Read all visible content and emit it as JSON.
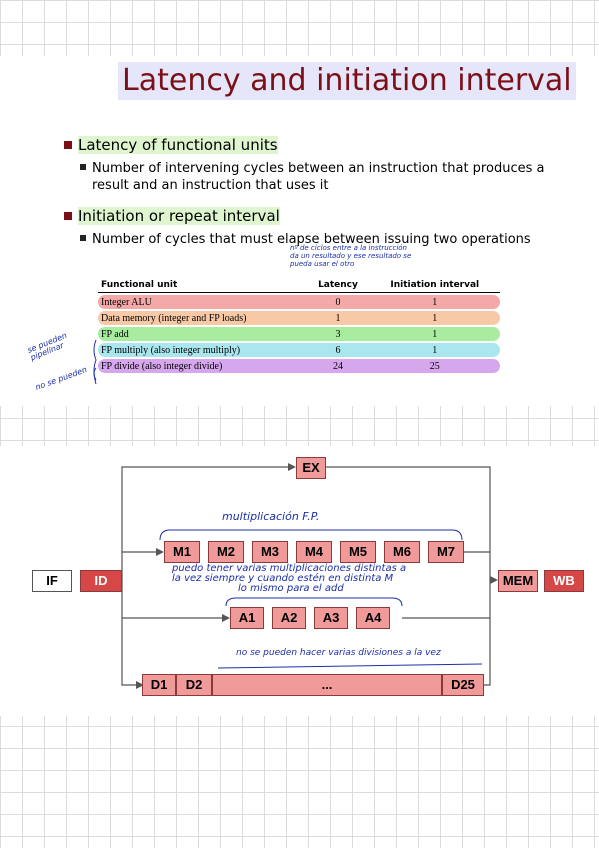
{
  "slide1": {
    "title": "Latency and initiation interval",
    "bullet_latency": "Latency of functional units",
    "sub_latency_1": "Number of intervening cycles between an instruction that produces a",
    "sub_latency_2": "result and an instruction that uses it",
    "bullet_initiation": "Initiation or repeat interval",
    "sub_initiation": "Number of cycles that must elapse between issuing two operations",
    "table": {
      "headers": [
        "Functional unit",
        "Latency",
        "Initiation interval"
      ],
      "rows": [
        {
          "unit": "Integer ALU",
          "latency": "0",
          "interval": "1",
          "color": "#f4a9a9"
        },
        {
          "unit": "Data memory (integer and FP loads)",
          "latency": "1",
          "interval": "1",
          "color": "#f8c9a7"
        },
        {
          "unit": "FP add",
          "latency": "3",
          "interval": "1",
          "color": "#a8eca0"
        },
        {
          "unit": "FP multiply (also integer multiply)",
          "latency": "6",
          "interval": "1",
          "color": "#a9e6ee"
        },
        {
          "unit": "FP divide (also integer divide)",
          "latency": "24",
          "interval": "25",
          "color": "#d7a7ee"
        }
      ]
    },
    "notes": {
      "top_1": "nº de ciclos entre a la instrucción",
      "top_2": "da un resultado y ese resultado se",
      "top_3": "pueda usar el otro",
      "left_1": "se pueden",
      "left_2": "pipelinar",
      "left_3": "no se pueden"
    }
  },
  "slide2": {
    "stages": {
      "if": "IF",
      "id": "ID",
      "ex": "EX",
      "mem": "MEM",
      "wb": "WB"
    },
    "mult_stages": [
      "M1",
      "M2",
      "M3",
      "M4",
      "M5",
      "M6",
      "M7"
    ],
    "add_stages": [
      "A1",
      "A2",
      "A3",
      "A4"
    ],
    "div_first": [
      "D1",
      "D2"
    ],
    "div_ellipsis": "...",
    "div_last": "D25",
    "notes": {
      "mult": "multiplicación F.P.",
      "mid_1": "puedo tener varias multiplicaciones distintas a",
      "mid_2": "la vez siempre y cuando estén en distinta M",
      "mid_3": "lo mismo para el add",
      "div": "no se pueden hacer varias divisiones a la vez"
    }
  }
}
